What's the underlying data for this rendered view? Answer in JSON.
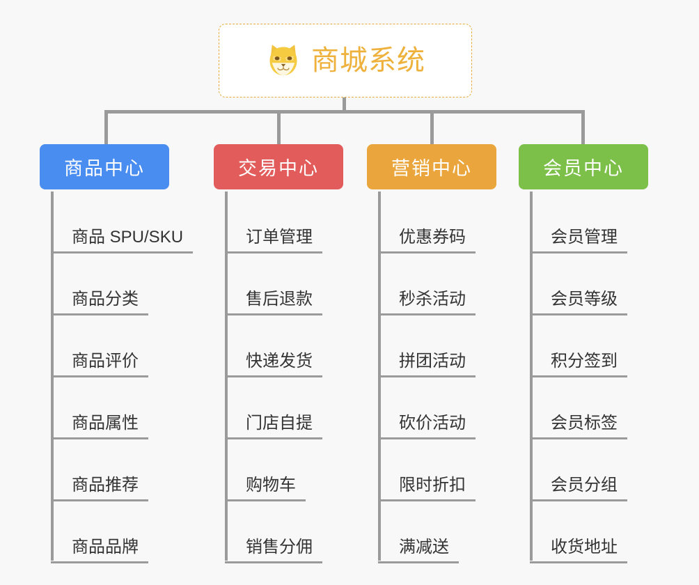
{
  "page": {
    "background": "#f8f8f8",
    "line_color": "#9a9a9a"
  },
  "root": {
    "title": "商城系统",
    "icon": "shiba-dog-emoji",
    "border_color": "#e8a93d",
    "text_color": "#eeb13c",
    "background": "#ffffff"
  },
  "branches": [
    {
      "label": "商品中心",
      "color": "#4a8df0",
      "items": [
        "商品 SPU/SKU",
        "商品分类",
        "商品评价",
        "商品属性",
        "商品推荐",
        "商品品牌"
      ]
    },
    {
      "label": "交易中心",
      "color": "#e35c5c",
      "items": [
        "订单管理",
        "售后退款",
        "快递发货",
        "门店自提",
        "购物车",
        "销售分佣"
      ]
    },
    {
      "label": "营销中心",
      "color": "#eaa63c",
      "items": [
        "优惠券码",
        "秒杀活动",
        "拼团活动",
        "砍价活动",
        "限时折扣",
        "满减送"
      ]
    },
    {
      "label": "会员中心",
      "color": "#7cc04a",
      "items": [
        "会员管理",
        "会员等级",
        "积分签到",
        "会员标签",
        "会员分组",
        "收货地址"
      ]
    }
  ]
}
